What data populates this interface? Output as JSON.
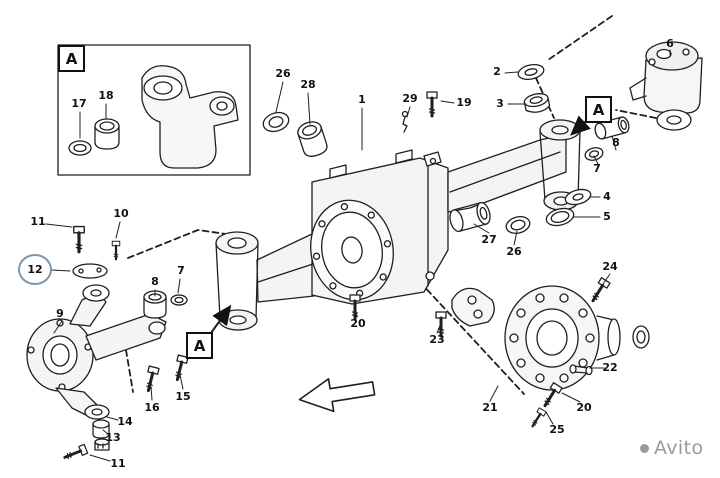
{
  "labels": {
    "detail_a": "A",
    "p1": "1",
    "p2": "2",
    "p3": "3",
    "p4": "4",
    "p5": "5",
    "p6": "6",
    "p7_right": "7",
    "p7_left": "7",
    "p8_right": "8",
    "p8_left": "8",
    "p9": "9",
    "p10": "10",
    "p11_top": "11",
    "p11_bottom": "11",
    "p12": "12",
    "p13": "13",
    "p14": "14",
    "p15": "15",
    "p16": "16",
    "p17": "17",
    "p18": "18",
    "p19": "19",
    "p20_center": "20",
    "p20_right": "20",
    "p21": "21",
    "p22": "22",
    "p23": "23",
    "p24": "24",
    "p25": "25",
    "p26_top": "26",
    "p26_right": "26",
    "p27": "27",
    "p28": "28",
    "p29": "29"
  },
  "highlight": {
    "circled_part": "12"
  },
  "watermark": {
    "text": "Avito"
  },
  "colors": {
    "highlight": "#7e97ae",
    "watermark": "#9a9a9a",
    "line": "#1f1f1f"
  }
}
